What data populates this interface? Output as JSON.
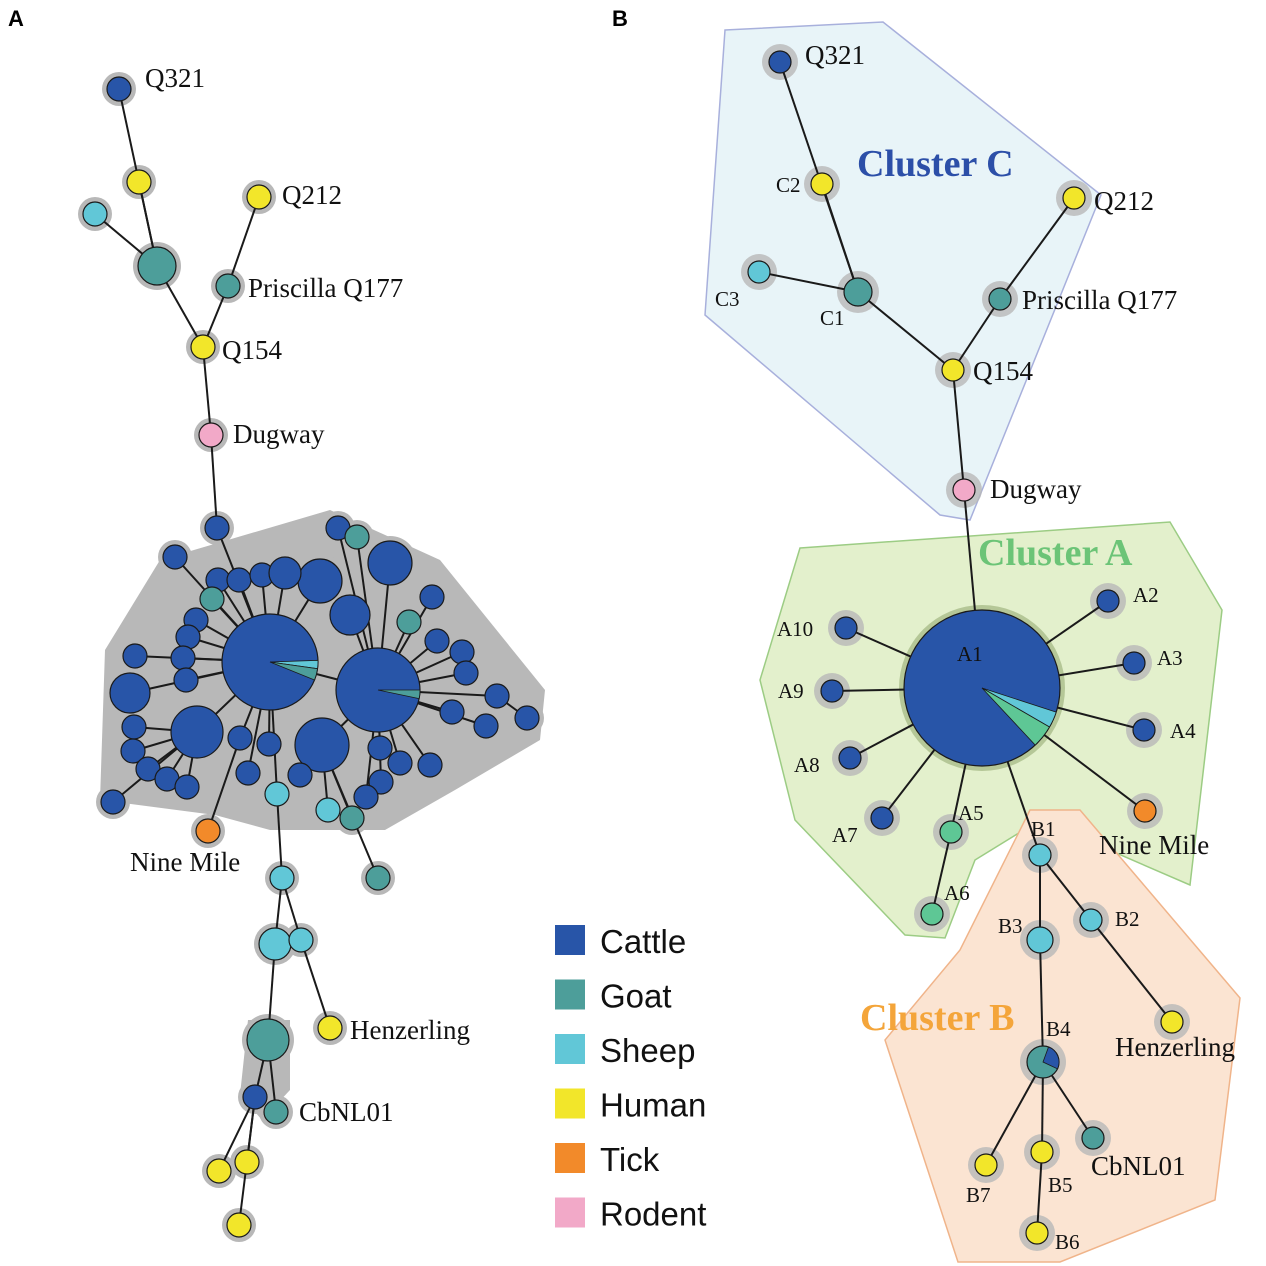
{
  "panels": {
    "a": "A",
    "b": "B"
  },
  "colors": {
    "Cattle": "#2855a8",
    "Goat": "#4d9e9a",
    "Sheep": "#61c7d7",
    "Human": "#f2e62a",
    "Tick": "#f28a2a",
    "Rodent": "#f2a9c8",
    "GoatB": "#5ec795",
    "halo": "#b8b8b8",
    "clusterA_fill": "#e3f0cc",
    "clusterA_stroke": "#9ccc84",
    "clusterA_text": "#6cc477",
    "clusterB_fill": "#fbe4d2",
    "clusterB_stroke": "#f0b48a",
    "clusterB_text": "#f4a53a",
    "clusterC_fill": "#e8f4f8",
    "clusterC_stroke": "#a8b0dc",
    "clusterC_text": "#2c4fa8"
  },
  "legend": [
    {
      "label": "Cattle",
      "color": "Cattle"
    },
    {
      "label": "Goat",
      "color": "Goat"
    },
    {
      "label": "Sheep",
      "color": "Sheep"
    },
    {
      "label": "Human",
      "color": "Human"
    },
    {
      "label": "Tick",
      "color": "Tick"
    },
    {
      "label": "Rodent",
      "color": "Rodent"
    }
  ],
  "panelA": {
    "labels": {
      "Q321": "Q321",
      "Q212": "Q212",
      "Priscilla": "Priscilla Q177",
      "Q154": "Q154",
      "Dugway": "Dugway",
      "NineMile": "Nine Mile",
      "Henzerling": "Henzerling",
      "CbNL01": "CbNL01"
    }
  },
  "panelB": {
    "clusters": {
      "A": "Cluster A",
      "B": "Cluster B",
      "C": "Cluster C"
    },
    "labels": {
      "Q321": "Q321",
      "Q212": "Q212",
      "Priscilla": "Priscilla Q177",
      "Q154": "Q154",
      "Dugway": "Dugway",
      "NineMile": "Nine Mile",
      "Henzerling": "Henzerling",
      "CbNL01": "CbNL01",
      "C1": "C1",
      "C2": "C2",
      "C3": "C3",
      "A1": "A1",
      "A2": "A2",
      "A3": "A3",
      "A4": "A4",
      "A5": "A5",
      "A6": "A6",
      "A7": "A7",
      "A8": "A8",
      "A9": "A9",
      "A10": "A10",
      "B1": "B1",
      "B2": "B2",
      "B3": "B3",
      "B4": "B4",
      "B5": "B5",
      "B6": "B6",
      "B7": "B7"
    }
  }
}
